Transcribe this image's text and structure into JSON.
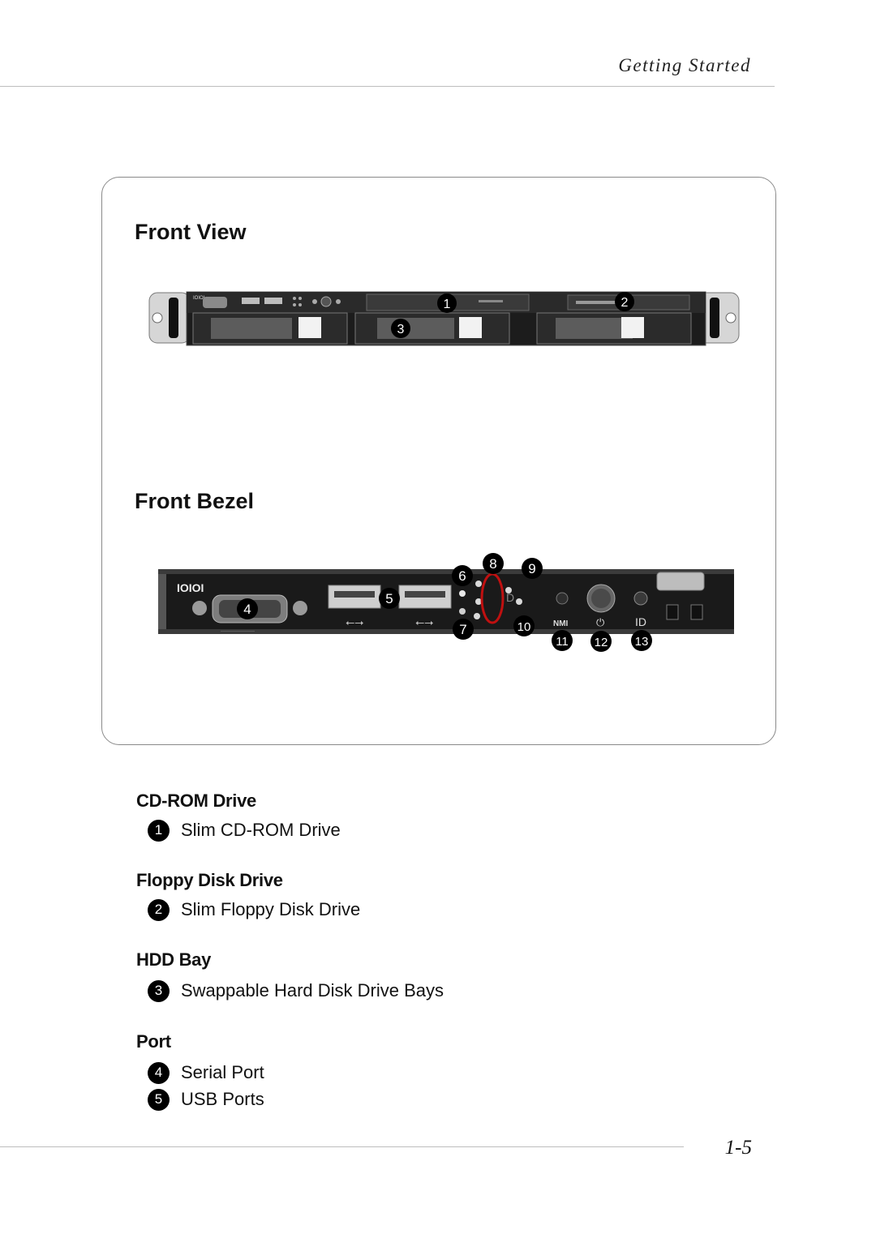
{
  "header": {
    "section": "Getting Started"
  },
  "panel": {
    "front_view_title": "Front View",
    "front_bezel_title": "Front Bezel",
    "front_view_callouts": [
      "1",
      "2",
      "3"
    ],
    "front_bezel_callouts": [
      "4",
      "5",
      "6",
      "7",
      "8",
      "9",
      "10",
      "11",
      "12",
      "13"
    ],
    "bezel_printed_labels": {
      "serial": "IOIOI",
      "nmi": "NMI",
      "id_button": "ID",
      "id_led": "ID"
    }
  },
  "sections": [
    {
      "heading": "CD-ROM Drive",
      "items": [
        {
          "num": "1",
          "label": "Slim CD-ROM Drive"
        }
      ]
    },
    {
      "heading": "Floppy Disk Drive",
      "items": [
        {
          "num": "2",
          "label": "Slim Floppy Disk Drive"
        }
      ]
    },
    {
      "heading": "HDD Bay",
      "items": [
        {
          "num": "3",
          "label": "Swappable Hard Disk Drive Bays"
        }
      ]
    },
    {
      "heading": "Port",
      "items": [
        {
          "num": "4",
          "label": "Serial Port"
        },
        {
          "num": "5",
          "label": "USB Ports"
        }
      ]
    }
  ],
  "footer": {
    "page_number": "1-5"
  }
}
